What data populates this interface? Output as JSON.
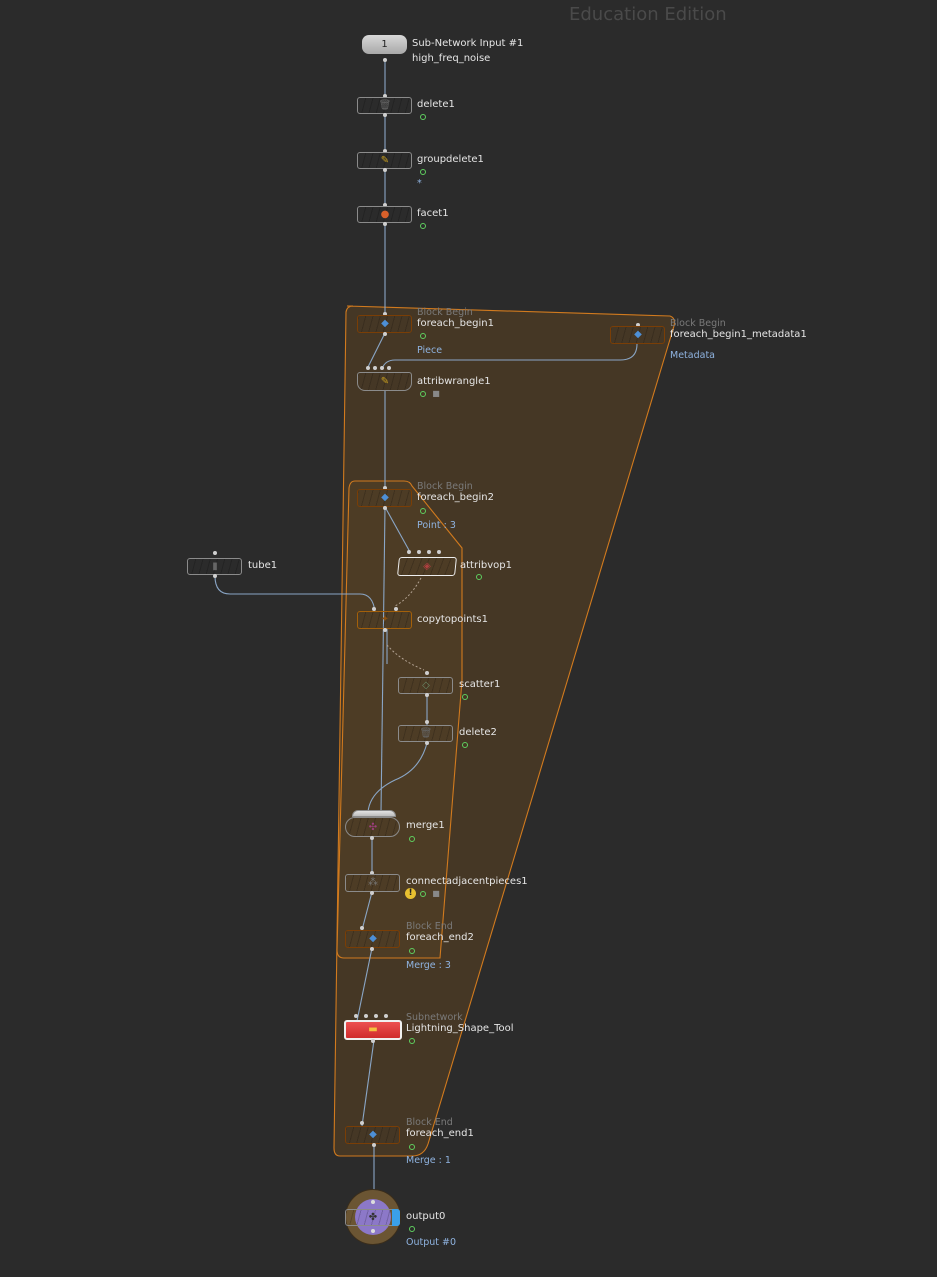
{
  "watermark": "Education Edition",
  "nodes": {
    "subnet_input": {
      "number": "1",
      "title": "Sub-Network Input #1",
      "name": "high_freq_noise"
    },
    "delete1": {
      "name": "delete1"
    },
    "groupdelete1": {
      "name": "groupdelete1",
      "extra": "*"
    },
    "facet1": {
      "name": "facet1"
    },
    "foreach_begin1": {
      "type": "Block Begin",
      "name": "foreach_begin1",
      "info": "Piece"
    },
    "foreach_begin1_metadata1": {
      "type": "Block Begin",
      "name": "foreach_begin1_metadata1",
      "info": "Metadata"
    },
    "attribwrangle1": {
      "name": "attribwrangle1"
    },
    "foreach_begin2": {
      "type": "Block Begin",
      "name": "foreach_begin2",
      "info": "Point : 3"
    },
    "tube1": {
      "name": "tube1"
    },
    "attribvop1": {
      "name": "attribvop1"
    },
    "copytopoints1": {
      "name": "copytopoints1"
    },
    "scatter1": {
      "name": "scatter1"
    },
    "delete2": {
      "name": "delete2"
    },
    "merge1": {
      "name": "merge1"
    },
    "connectadjacentpieces1": {
      "name": "connectadjacentpieces1"
    },
    "foreach_end2": {
      "type": "Block End",
      "name": "foreach_end2",
      "info": "Merge : 3"
    },
    "lightning_shape_tool": {
      "type": "Subnetwork",
      "name": "Lightning_Shape_Tool"
    },
    "foreach_end1": {
      "type": "Block End",
      "name": "foreach_end1",
      "info": "Merge : 1"
    },
    "output0": {
      "name": "output0",
      "info": "Output #0"
    }
  },
  "icons": {
    "delete": "trash-icon",
    "groupdelete": "group-delete-icon",
    "facet": "facet-sphere-icon",
    "foreach": "foreach-block-icon",
    "wrangle": "wrangle-icon",
    "tube": "tube-icon",
    "vop": "vop-icon",
    "copy": "copy-to-points-icon",
    "scatter": "scatter-icon",
    "merge": "merge-icon",
    "connect": "connect-pieces-icon",
    "subnet": "subnetwork-icon",
    "output": "output-icon",
    "warning": "warning-icon",
    "lock": "lock-icon"
  },
  "colors": {
    "background": "#2b2b2b",
    "node_gray": "#cfcfcf",
    "node_orange": "#c86a10",
    "node_copy": "#f09a20",
    "node_subnet": "#e04040",
    "block_fill": "#4a3a24",
    "block_border": "#d17a1e",
    "info_text": "#8fb3e0",
    "flag_green": "#5fcf5f"
  }
}
